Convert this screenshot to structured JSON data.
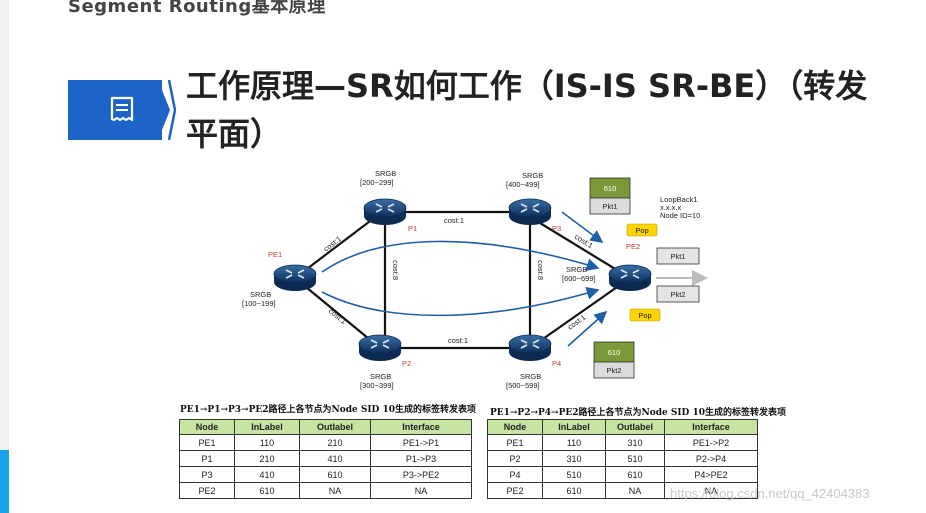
{
  "header": {
    "section_title": "Segment Routing基本原理",
    "main_title": "工作原理—SR如何工作（IS-IS SR-BE）（转发平面）"
  },
  "diagram": {
    "nodes": {
      "pe1": {
        "name": "PE1",
        "srgb_label": "SRGB",
        "srgb_range": "[100~199]"
      },
      "p1": {
        "name": "P1",
        "srgb_label": "SRGB",
        "srgb_range": "[200~299]"
      },
      "p2": {
        "name": "P2",
        "srgb_label": "SRGB",
        "srgb_range": "[300~399]"
      },
      "p3": {
        "name": "P3",
        "srgb_label": "SRGB",
        "srgb_range": "[400~499]"
      },
      "p4": {
        "name": "P4",
        "srgb_label": "SRGB",
        "srgb_range": "[500~599]"
      },
      "pe2": {
        "name": "PE2",
        "srgb_label": "SRGB",
        "srgb_range": "[600~699]"
      }
    },
    "links": {
      "pe1_p1": "cost:1",
      "pe1_p2": "cost:1",
      "p1_p3": "cost:1",
      "p2_p4": "cost:1",
      "p1_p2": "cost:8",
      "p3_p4": "cost:8",
      "p3_pe2": "cost:1",
      "p4_pe2": "cost:1"
    },
    "loopback": {
      "line1": "LoopBack1",
      "line2": "x.x.x.x",
      "line3": "Node ID=10"
    },
    "label_stacks": {
      "upper": {
        "label": "610",
        "packet": "Pkt1"
      },
      "lower": {
        "label": "610",
        "packet": "Pkt2"
      }
    },
    "pop_upper": "Pop",
    "pop_lower": "Pop",
    "out_packets": {
      "first": "Pkt1",
      "second": "Pkt2"
    }
  },
  "tables": {
    "left": {
      "caption": "PE1→P1→P3→PE2路径上各节点为Node SID 10生成的标签转发表项",
      "headers": [
        "Node",
        "InLabel",
        "Outlabel",
        "Interface"
      ],
      "rows": [
        [
          "PE1",
          "110",
          "210",
          "PE1->P1"
        ],
        [
          "P1",
          "210",
          "410",
          "P1->P3"
        ],
        [
          "P3",
          "410",
          "610",
          "P3->PE2"
        ],
        [
          "PE2",
          "610",
          "NA",
          "NA"
        ]
      ]
    },
    "right": {
      "caption": "PE1→P2→P4→PE2路径上各节点为Node SID 10生成的标签转发表项",
      "headers": [
        "Node",
        "InLabel",
        "Outlabel",
        "Interface"
      ],
      "rows": [
        [
          "PE1",
          "110",
          "310",
          "PE1->P2"
        ],
        [
          "P2",
          "310",
          "510",
          "P2->P4"
        ],
        [
          "P4",
          "510",
          "610",
          "P4>PE2"
        ],
        [
          "PE2",
          "610",
          "NA",
          "NA"
        ]
      ]
    }
  },
  "watermark": "https://blog.csdn.net/qq_42404383"
}
